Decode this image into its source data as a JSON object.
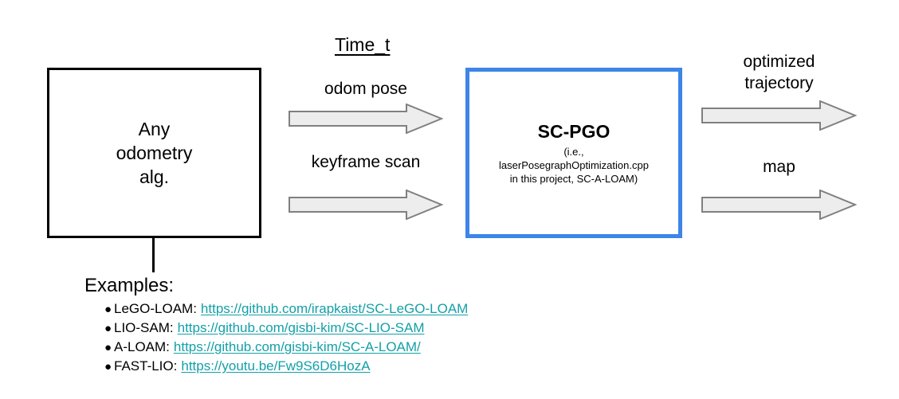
{
  "title": "Time_t",
  "boxes": {
    "odometry": {
      "label": "Any\nodometry\nalg."
    },
    "scpgo": {
      "title": "SC-PGO",
      "subtitle": "(i.e.,\nlaserPosegraphOptimization.cpp\nin this project, SC-A-LOAM)",
      "border_color": "#3d85e8"
    }
  },
  "arrows": {
    "odom_pose": {
      "label": "odom pose"
    },
    "keyframe_scan": {
      "label": "keyframe scan"
    },
    "optimized_trajectory": {
      "label": "optimized\ntrajectory"
    },
    "map": {
      "label": "map"
    },
    "fill_color": "#ededed",
    "stroke_color": "#808080"
  },
  "examples": {
    "heading": "Examples:",
    "bullet_glyph": "●",
    "link_color": "#12a0a8",
    "items": [
      {
        "name": "LeGO-LOAM:",
        "url": "https://github.com/irapkaist/SC-LeGO-LOAM"
      },
      {
        "name": "LIO-SAM:",
        "url": "https://github.com/gisbi-kim/SC-LIO-SAM"
      },
      {
        "name": "A-LOAM:",
        "url": "https://github.com/gisbi-kim/SC-A-LOAM/"
      },
      {
        "name": "FAST-LIO:",
        "url": "https://youtu.be/Fw9S6D6HozA"
      }
    ]
  }
}
